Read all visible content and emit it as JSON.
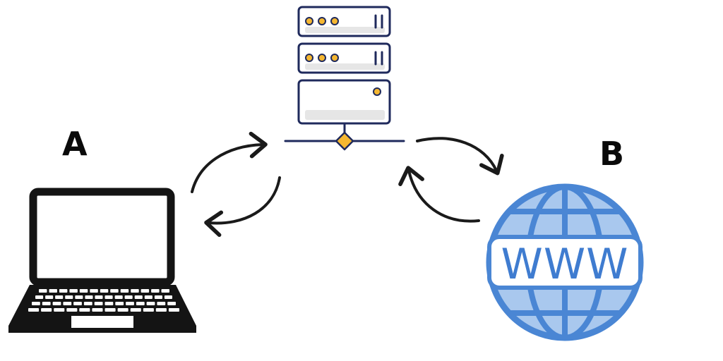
{
  "labels": {
    "a": "A",
    "b": "B"
  },
  "globe": {
    "text": "WWW"
  },
  "colors": {
    "server_outline": "#1f2a5c",
    "server_fill": "#ffffff",
    "server_shade": "#e6e6e6",
    "led": "#f5b731",
    "diamond": "#f5b731",
    "arrow": "#1a1a1a",
    "laptop": "#141414",
    "globe_outline": "#4a86d4",
    "globe_fill": "#a9c8ee",
    "globe_text": "#3f7cd0"
  },
  "icons": [
    "server-icon",
    "laptop-icon",
    "globe-icon"
  ]
}
